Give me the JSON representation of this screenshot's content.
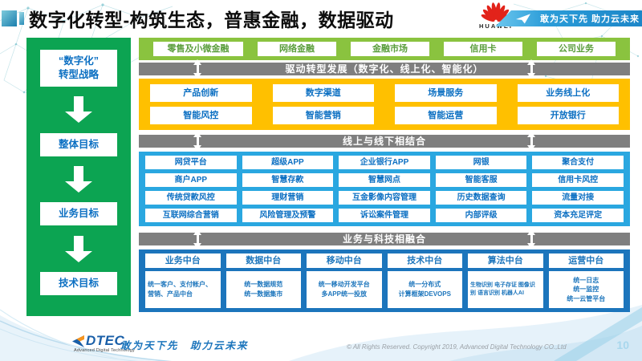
{
  "slide": {
    "title": "数字化转型-构筑生态，普惠金融，数据驱动",
    "page_number": "10"
  },
  "header": {
    "brand": "HUAWEI",
    "banner_slogan": "敢为天下先 助力云未来"
  },
  "icons": {
    "huawei_logo": "red-flower-petals",
    "banner_plane": "paper-plane",
    "gray_bar_arrows": "vertical-double-arrow",
    "sidebar_arrows": "down-arrow"
  },
  "colors": {
    "sidebar_green": "#0ca452",
    "top_bar_green": "#8ac33f",
    "yellow": "#ffc000",
    "gray": "#7f7f7f",
    "bright_blue": "#2aa7e0",
    "dark_blue": "#1c75bc",
    "text_blue": "#0b6fc2",
    "huawei_red": "#e2231a"
  },
  "sidebar": {
    "steps": [
      {
        "label": [
          "“数字化”",
          "转型战略"
        ]
      },
      {
        "label": "整体目标"
      },
      {
        "label": "业务目标"
      },
      {
        "label": "技术目标"
      }
    ]
  },
  "business_lines": {
    "items": [
      "零售及小微金融",
      "网络金融",
      "金融市场",
      "信用卡",
      "公司业务"
    ]
  },
  "bars": {
    "drive": "驱动转型发展（数字化、线上化、智能化）",
    "online_offline": "线上与线下相结合",
    "tech_fusion": "业务与科技相融合"
  },
  "drive_section": {
    "rows": [
      [
        "产品创新",
        "数字渠道",
        "场景服务",
        "业务线上化"
      ],
      [
        "智能风控",
        "智能营销",
        "智能运营",
        "开放银行"
      ]
    ]
  },
  "channel_section": {
    "rows": [
      [
        "网贷平台",
        "超级APP",
        "企业银行APP",
        "网银",
        "聚合支付"
      ],
      [
        "商户APP",
        "智慧存款",
        "智慧网点",
        "智能客服",
        "信用卡风控"
      ],
      [
        "传统贷款风控",
        "理财营销",
        "互金影像内容管理",
        "历史数据查询",
        "流量对接"
      ],
      [
        "互联网综合营销",
        "风险管理及预警",
        "诉讼案件管理",
        "内部评级",
        "资本充足评定"
      ]
    ]
  },
  "platform_section": {
    "columns": [
      {
        "title": "业务中台",
        "content": "统一客户、支付帐户、营销、产品中台"
      },
      {
        "title": "数据中台",
        "content": [
          "统一数据规范",
          "统一数据集市"
        ]
      },
      {
        "title": "移动中台",
        "content": [
          "统一移动开发平台",
          "多APP统一投放"
        ]
      },
      {
        "title": "技术中台",
        "content": [
          "统一分布式",
          "计算框架DEVOPS"
        ]
      },
      {
        "title": "算法中台",
        "content": [
          "生物识别 电子存证",
          "图像识别 语言识别",
          "机器人AI"
        ]
      },
      {
        "title": "运营中台",
        "content": [
          "统一日志",
          "统一监控",
          "统一云管平台"
        ]
      }
    ]
  },
  "footer": {
    "logo_text": "DTEC",
    "logo_subtext": "Advanced Digital Technology",
    "slogan": "敢为天下先　助力云未来",
    "copyright": "© All Rights Reserved. Copyright 2019, Advanced Digital Technology CO.,Ltd"
  }
}
